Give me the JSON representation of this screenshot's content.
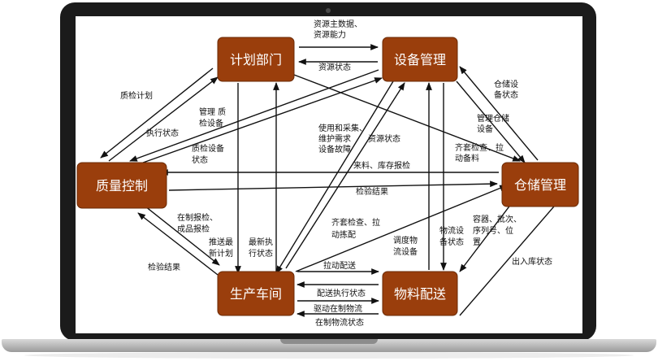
{
  "nodes": {
    "planning": "计划部门",
    "equipment": "设备管理",
    "quality": "质量控制",
    "warehouse": "仓储管理",
    "workshop": "生产车间",
    "distribution": "物料配送"
  },
  "labels": {
    "resource_master_1": "资源主数据、",
    "resource_master_2": "资源能力",
    "resource_status_top": "资源状态",
    "quality_plan": "质检计划",
    "exec_status": "执行状态",
    "manage_quality_1": "管理 质",
    "manage_quality_2": "检设备",
    "quality_equip_status_1": "质检设备",
    "quality_equip_status_2": "状态",
    "use_collect_1": "使用和采集、",
    "use_collect_2": "维护需求",
    "use_collect_3": "设备故障",
    "resource_status_mid": "资源状态",
    "warehouse_equip_status_1": "仓储设",
    "warehouse_equip_status_2": "备状态",
    "manage_warehouse_1": "管理仓储",
    "manage_warehouse_2": "设备",
    "kit_check_1": "齐套检查、拉",
    "kit_check_2": "动备料",
    "incoming_report": "来料、库存报检",
    "inspection_result_right": "检验结果",
    "wip_report_1": "在制报检、",
    "wip_report_2": "成品报检",
    "push_plan_1": "推送最",
    "push_plan_2": "新计划",
    "latest_exec_1": "最新执",
    "latest_exec_2": "行状态",
    "kit_pull_1": "齐套检查、拉",
    "kit_pull_2": "动拣配",
    "dispatch_1": "调度物",
    "dispatch_2": "流设备",
    "logistics_status_1": "物流设",
    "logistics_status_2": "备状态",
    "container_1": "容器、批次、",
    "container_2": "序列号、位",
    "container_3": "置",
    "inspection_result_left": "检验结果",
    "pull_dispatch": "拉动配送",
    "dispatch_exec_status": "配送执行状态",
    "drive_wip": "驱动在制物流",
    "wip_logistics_status": "在制物流状态",
    "in_out_status": "出入库状态"
  }
}
